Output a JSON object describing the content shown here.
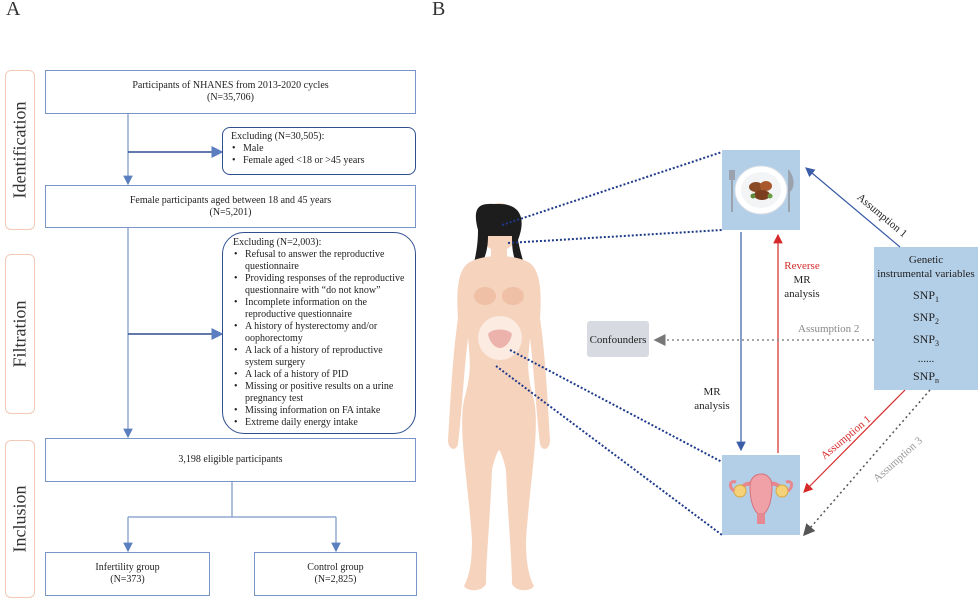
{
  "panels": {
    "a": "A",
    "b": "B"
  },
  "stages": {
    "identification": "Identification",
    "filtration": "Filtration",
    "inclusion": "Inclusion"
  },
  "flow": {
    "participants": {
      "line1": "Participants of NHANES from 2013-2020 cycles",
      "line2": "(N=35,706)"
    },
    "exclude1": {
      "title": "Excluding (N=30,505):",
      "items": [
        "Male",
        "Female  aged <18 or >45 years"
      ]
    },
    "female": {
      "line1": "Female participants aged between 18 and 45 years",
      "line2": "(N=5,201)"
    },
    "exclude2": {
      "title": "Excluding (N=2,003):",
      "items": [
        "Refusal to answer the reproductive questionnaire",
        "Providing responses of the reproductive questionnaire with “do not know”",
        "Incomplete information on the reproductive questionnaire",
        "A history of hysterectomy and/or oophorectomy",
        "A lack of a history of reproductive system surgery",
        "A lack of a history of PID",
        "Missing or positive results on a urine pregnancy test",
        "Missing information on FA intake",
        "Extreme daily energy intake"
      ]
    },
    "eligible": "3,198 eligible participants",
    "infertility": {
      "line1": "Infertility group",
      "line2": "(N=373)"
    },
    "control": {
      "line1": "Control group",
      "line2": "(N=2,825)"
    }
  },
  "mr": {
    "confounders": "Confounders",
    "genetic": {
      "line1": "Genetic",
      "line2": "instrumental variables",
      "snp": "SNP",
      "subs": [
        "1",
        "2",
        "3"
      ],
      "dots": "......",
      "sub_n": "n"
    },
    "assumption1_top": "Assumption 1",
    "assumption2": "Assumption 2",
    "assumption1_bottom": "Assumption 1",
    "assumption3": "Assumption 3",
    "reverse": [
      "Reverse",
      "MR",
      "analysis"
    ],
    "mr_analysis": [
      "MR",
      "analysis"
    ],
    "colors": {
      "red": "#d62a2a",
      "blue": "#3b5ca8",
      "gray": "#888888",
      "panel": "#b3cfe8",
      "skin": "#f6d3bd"
    }
  }
}
